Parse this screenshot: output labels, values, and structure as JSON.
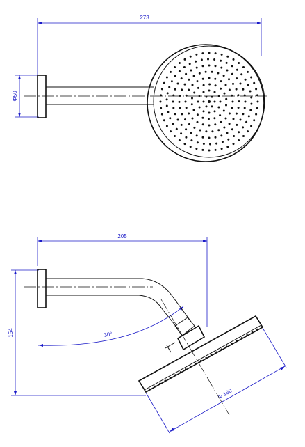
{
  "top_view": {
    "width_dim": "273",
    "flange_dia_dim": "Φ50"
  },
  "side_view": {
    "arm_reach_dim": "205",
    "height_dim": "154",
    "angle_dim": "30°",
    "head_dia_dim": "Φ 160"
  },
  "colors": {
    "dimension": "#1a1ac8",
    "outline": "#111111"
  }
}
